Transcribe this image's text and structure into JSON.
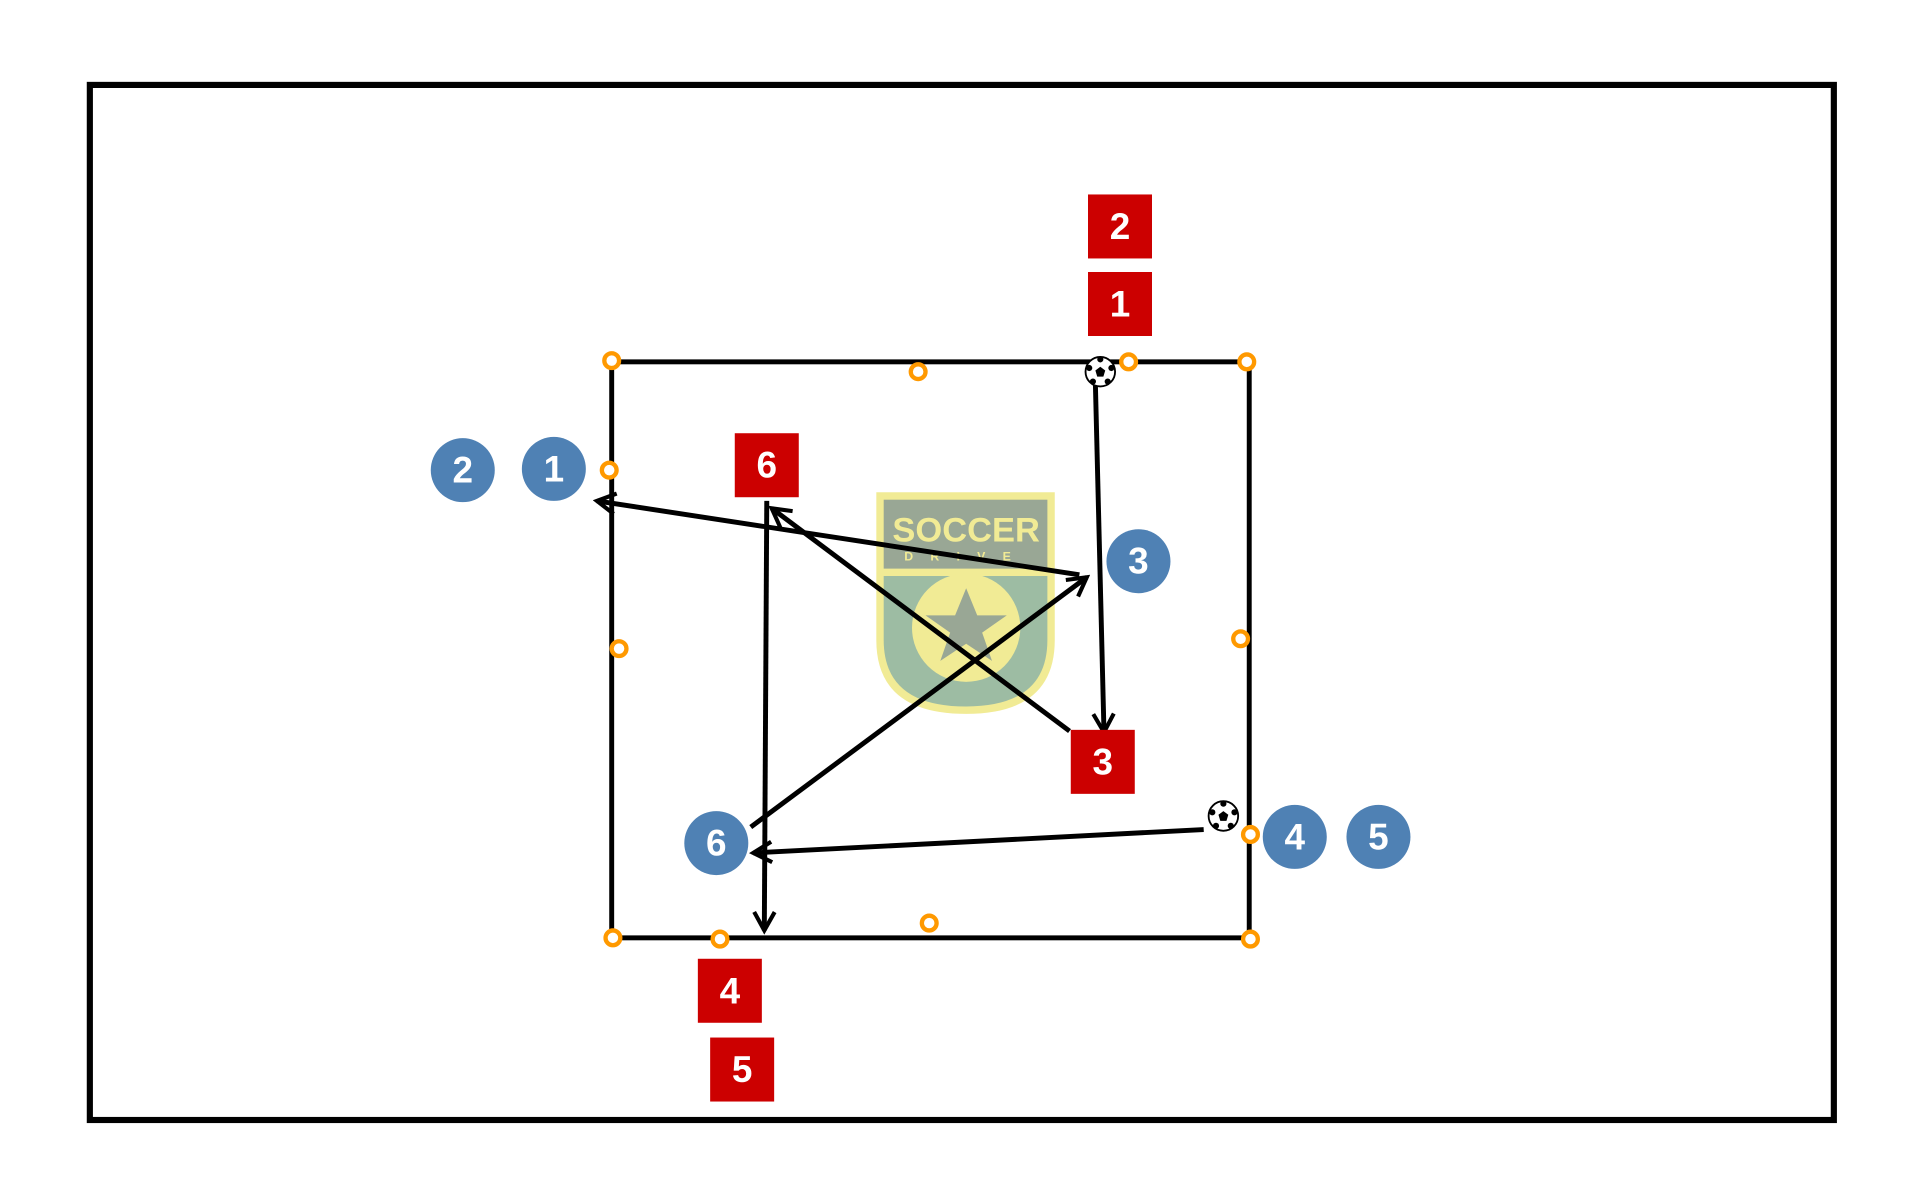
{
  "logo": {
    "line1": "SOCCER",
    "line2": "DRIVE"
  },
  "colors": {
    "red_team": "#cc0000",
    "blue_team": "#4f81b4",
    "cone": "#ff9900",
    "line": "#000000"
  },
  "red_players": [
    {
      "label": "2"
    },
    {
      "label": "1"
    },
    {
      "label": "6"
    },
    {
      "label": "3"
    },
    {
      "label": "4"
    },
    {
      "label": "5"
    }
  ],
  "blue_players": [
    {
      "label": "2"
    },
    {
      "label": "1"
    },
    {
      "label": "3"
    },
    {
      "label": "6"
    },
    {
      "label": "4"
    },
    {
      "label": "5"
    }
  ]
}
